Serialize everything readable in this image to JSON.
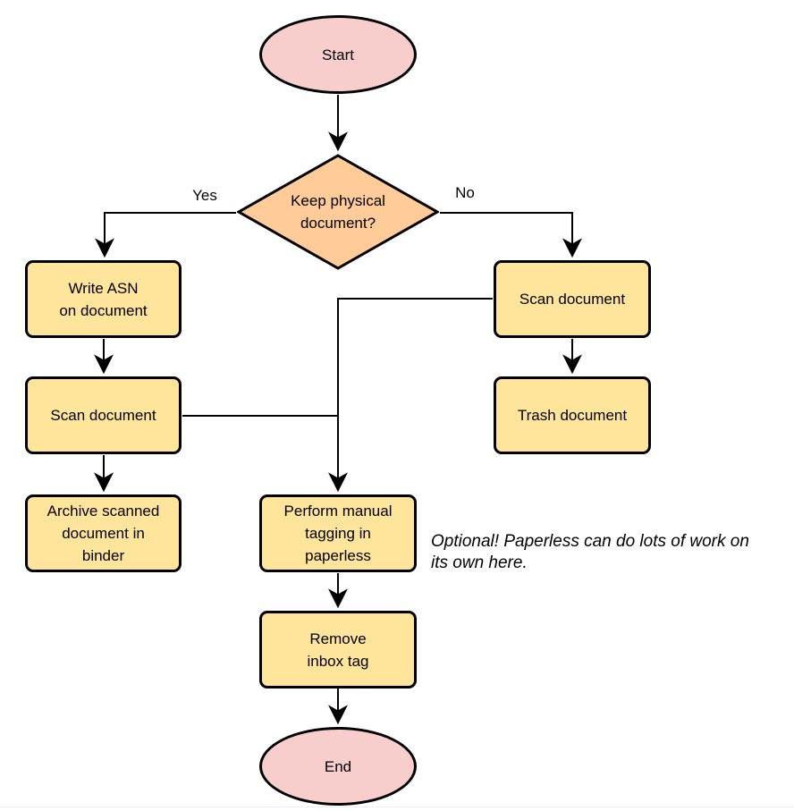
{
  "nodes": {
    "start": {
      "label": "Start",
      "shape": "terminator"
    },
    "decision": {
      "label": "Keep physical\ndocument?",
      "shape": "decision"
    },
    "write_asn": {
      "label": "Write ASN\non document",
      "shape": "process"
    },
    "scan_left": {
      "label": "Scan document",
      "shape": "process"
    },
    "archive": {
      "label": "Archive scanned\ndocument in\nbinder",
      "shape": "process"
    },
    "scan_right": {
      "label": "Scan document",
      "shape": "process"
    },
    "trash": {
      "label": "Trash document",
      "shape": "process"
    },
    "tagging": {
      "label": "Perform manual\ntagging in\npaperless",
      "shape": "process"
    },
    "remove_inbox": {
      "label": "Remove\ninbox tag",
      "shape": "process"
    },
    "end": {
      "label": "End",
      "shape": "terminator"
    }
  },
  "edge_labels": {
    "yes": "Yes",
    "no": "No"
  },
  "note": {
    "text": "Optional! Paperless can do lots of work on\nits own here."
  },
  "colors": {
    "terminator_fill": "#F8CECC",
    "decision_fill": "#FFCC99",
    "process_fill": "#FFE59C",
    "stroke": "#000000"
  }
}
